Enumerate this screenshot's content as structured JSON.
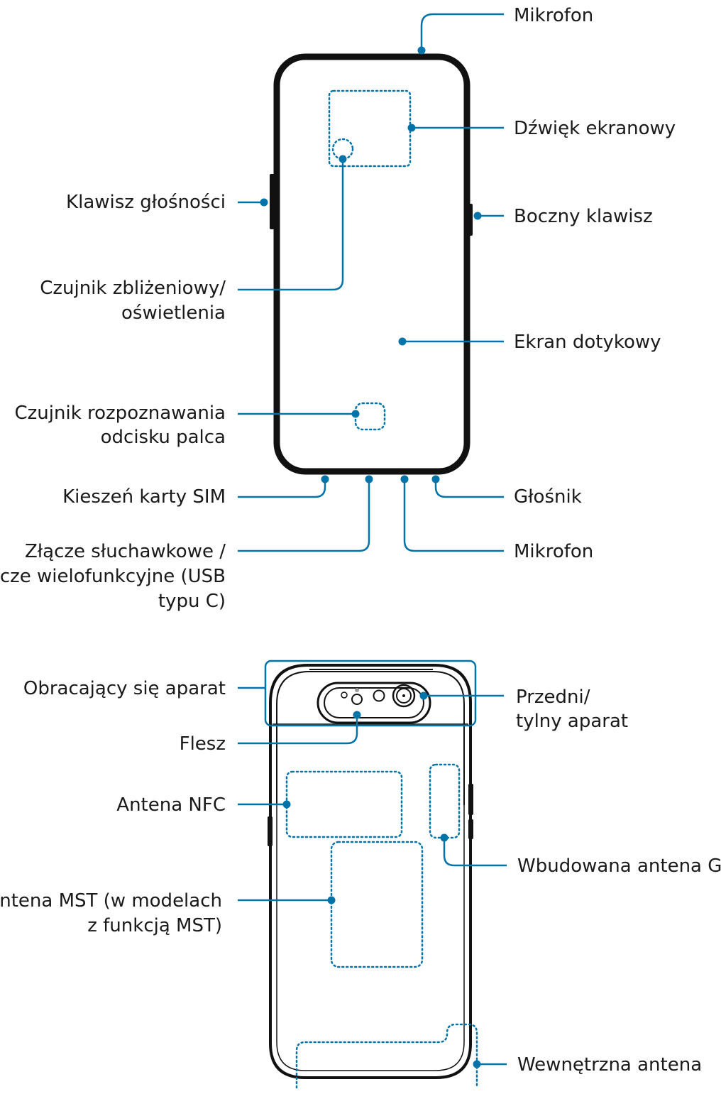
{
  "front": {
    "labels": {
      "mic_top": "Mikrofon",
      "earpiece": "Dźwięk ekranowy",
      "volume_key": "Klawisz głośności",
      "side_key": "Boczny klawisz",
      "proximity_1": "Czujnik zbliżeniowy/",
      "proximity_2": "oświetlenia",
      "touchscreen": "Ekran dotykowy",
      "fingerprint_1": "Czujnik rozpoznawania",
      "fingerprint_2": "odcisku palca",
      "sim_tray": "Kieszeń karty SIM",
      "speaker": "Głośnik",
      "mic_bottom": "Mikrofon",
      "usb_1": "Złącze słuchawkowe /",
      "usb_2": "złącze wielofunkcyjne (USB",
      "usb_3": "typu C)"
    }
  },
  "back": {
    "labels": {
      "rotating_camera": "Obracający się aparat",
      "front_rear_camera_1": "Przedni/",
      "front_rear_camera_2": "tylny aparat",
      "flash": "Flesz",
      "nfc_antenna": "Antena NFC",
      "gps_antenna": "Wbudowana antena GPS",
      "mst_antenna_1": "Antena MST (w modelach",
      "mst_antenna_2": "z funkcją MST)",
      "internal_antenna": "Wewnętrzna antena"
    }
  },
  "colors": {
    "leader": "#0073a8",
    "outline": "#111111",
    "text": "#1a1a1a"
  }
}
